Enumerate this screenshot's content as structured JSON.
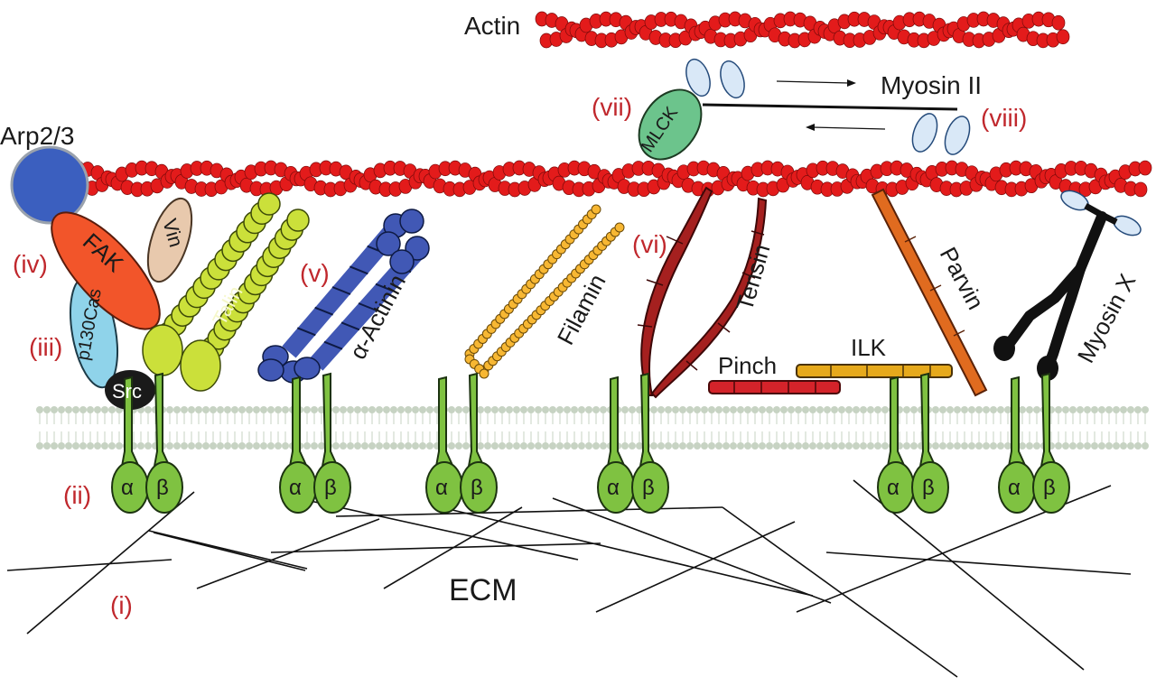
{
  "colors": {
    "actin": "#e31b1b",
    "actin_stroke": "#7a0a0a",
    "membrane": "#c7d3c3",
    "integrin": "#7fc241",
    "integrin_stroke": "#1c3310",
    "arp": "#3b5fbf",
    "fak": "#f2552a",
    "vin": "#e8c9ad",
    "talin": "#cbe03a",
    "p130": "#8fd3ea",
    "src": "#1a1a1a",
    "actinin": "#4158b5",
    "filamin": "#f7b733",
    "tensin": "#a5201f",
    "pinch": "#d4232a",
    "ilk": "#e6a91c",
    "parvin": "#e06b1f",
    "myosinX": "#111111",
    "myosinII": "#d9e8f7",
    "mlck": "#6cc48c",
    "ecm": "#111111",
    "roman": "#c0282d"
  },
  "labels": {
    "actin": "Actin",
    "myosin_ii": "Myosin II",
    "arp": "Arp2/3",
    "fak": "FAK",
    "vin": "Vin",
    "talin": "Talin",
    "p130": "p130Cas",
    "src": "Src",
    "actinin": "α-Actinin",
    "filamin": "Filamin",
    "tensin": "Tensin",
    "pinch": "Pinch",
    "ilk": "ILK",
    "parvin": "Parvin",
    "myosin_x": "Myosin X",
    "mlck": "MLCK",
    "ecm": "ECM",
    "alpha": "α",
    "beta": "β"
  },
  "roman_numerals": {
    "i": "(i)",
    "ii": "(ii)",
    "iii": "(iii)",
    "iv": "(iv)",
    "v": "(v)",
    "vi": "(vi)",
    "vii": "(vii)",
    "viii": "(viii)"
  }
}
